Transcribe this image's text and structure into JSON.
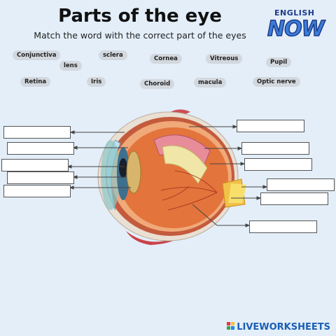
{
  "header": {
    "title": "Parts of the eye",
    "subtitle": "Match the word with the correct part of the eyes"
  },
  "logo": {
    "top": "ENGLISH",
    "main": "NOW"
  },
  "word_bank": [
    "Conjunctiva",
    "lens",
    "sclera",
    "Cornea",
    "Vitreous",
    "Pupil",
    "Retina",
    "Iris",
    "Choroid",
    "macula",
    "Optic nerve"
  ],
  "answer_boxes": {
    "left": [
      "",
      "",
      "",
      "",
      ""
    ],
    "right": [
      "",
      "",
      "",
      "",
      "",
      ""
    ]
  },
  "footer": {
    "brand": "LIVEWORKSHEETS",
    "icon": "liveworksheets-logo-icon"
  },
  "colors": {
    "background": "#e3eef9",
    "chip": "#d3d8de",
    "brand_blue": "#1a5fb4"
  }
}
